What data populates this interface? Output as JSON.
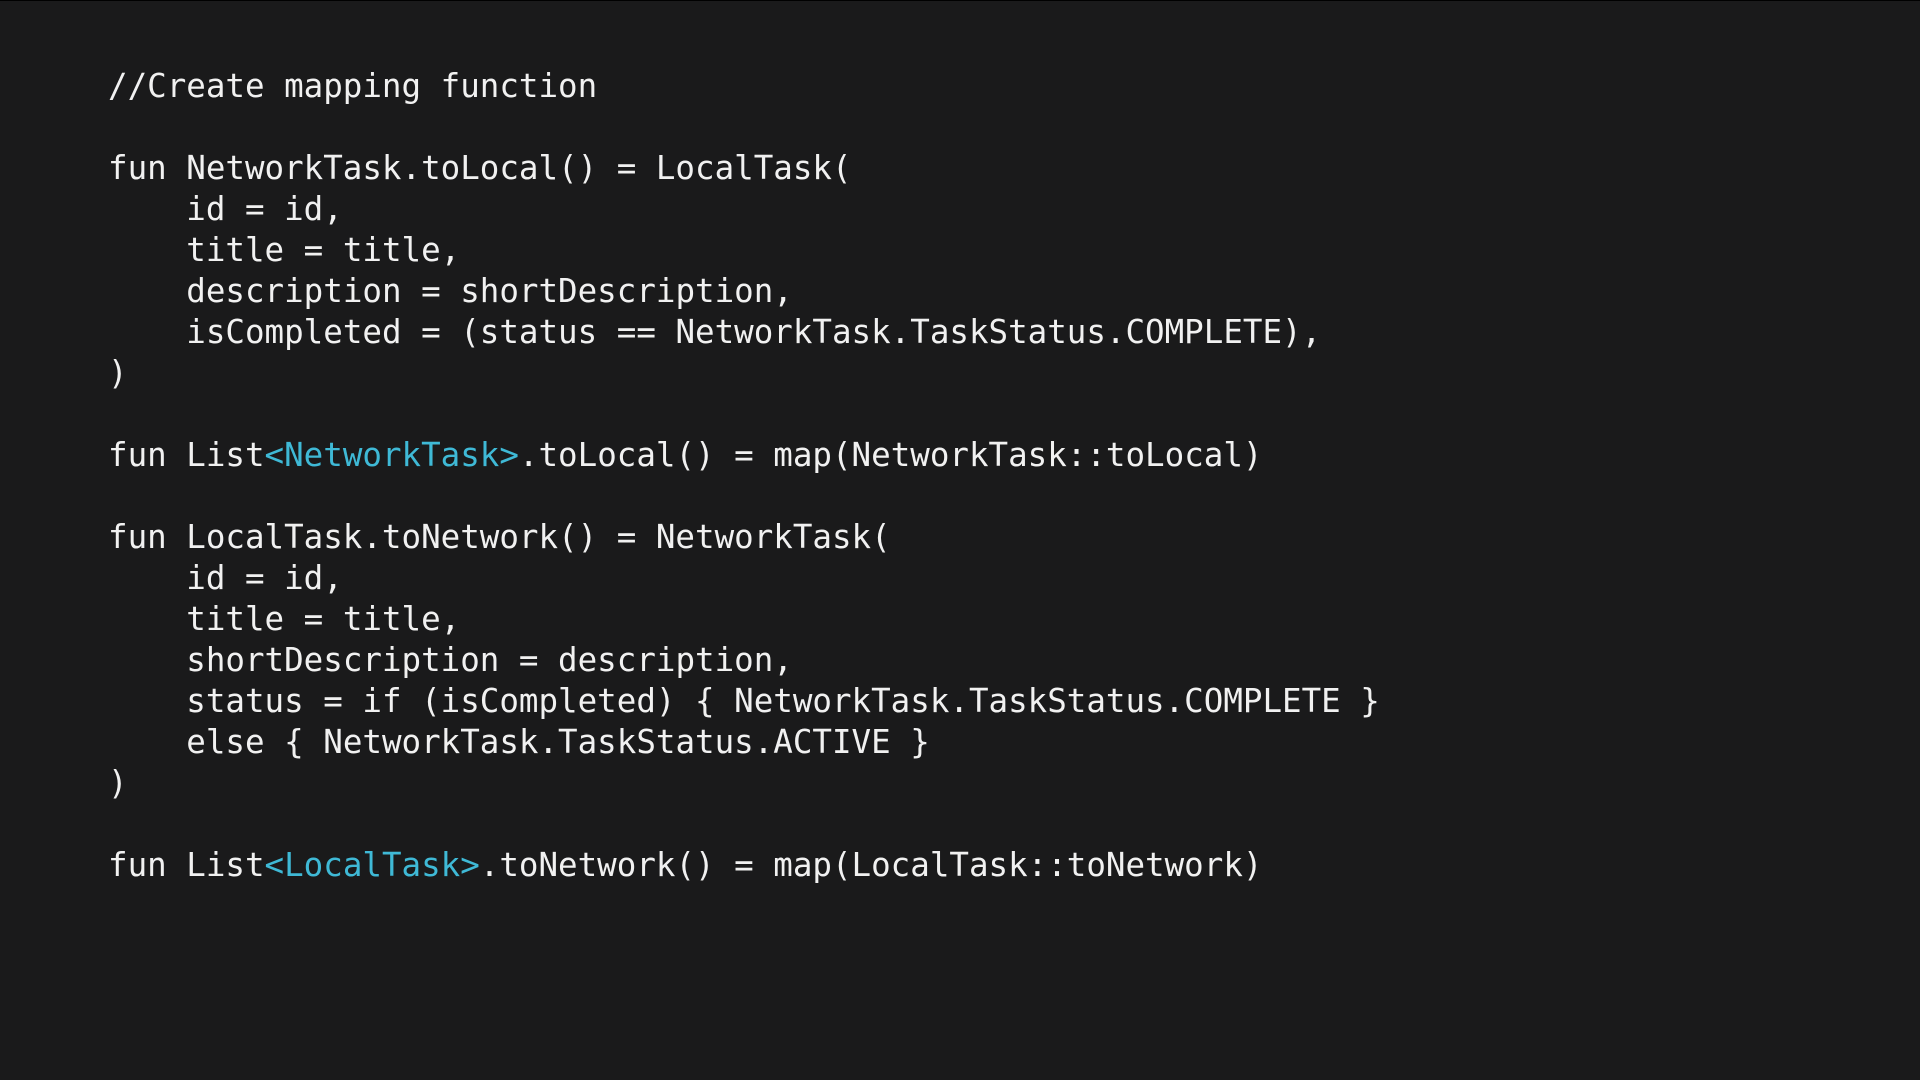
{
  "slide": {
    "background_color": "#1a1a1b",
    "text_color": "#f1f1f1",
    "type_param_color": "#3fb9d6",
    "code_lines": [
      {
        "indent": "",
        "segments": [
          {
            "text": "//Create mapping function",
            "kind": "plain"
          }
        ]
      },
      {
        "indent": "",
        "segments": []
      },
      {
        "indent": "",
        "segments": [
          {
            "text": "fun NetworkTask.toLocal() = LocalTask(",
            "kind": "plain"
          }
        ]
      },
      {
        "indent": "    ",
        "segments": [
          {
            "text": "id = id,",
            "kind": "plain"
          }
        ]
      },
      {
        "indent": "    ",
        "segments": [
          {
            "text": "title = title,",
            "kind": "plain"
          }
        ]
      },
      {
        "indent": "    ",
        "segments": [
          {
            "text": "description = shortDescription,",
            "kind": "plain"
          }
        ]
      },
      {
        "indent": "    ",
        "segments": [
          {
            "text": "isCompleted = (status == NetworkTask.TaskStatus.COMPLETE),",
            "kind": "plain"
          }
        ]
      },
      {
        "indent": "",
        "segments": [
          {
            "text": ")",
            "kind": "plain"
          }
        ]
      },
      {
        "indent": "",
        "segments": []
      },
      {
        "indent": "",
        "segments": [
          {
            "text": "fun List",
            "kind": "plain"
          },
          {
            "text": "<NetworkTask>",
            "kind": "type"
          },
          {
            "text": ".toLocal() = map(NetworkTask::toLocal)",
            "kind": "plain"
          }
        ]
      },
      {
        "indent": "",
        "segments": []
      },
      {
        "indent": "",
        "segments": [
          {
            "text": "fun LocalTask.toNetwork() = NetworkTask(",
            "kind": "plain"
          }
        ]
      },
      {
        "indent": "    ",
        "segments": [
          {
            "text": "id = id,",
            "kind": "plain"
          }
        ]
      },
      {
        "indent": "    ",
        "segments": [
          {
            "text": "title = title,",
            "kind": "plain"
          }
        ]
      },
      {
        "indent": "    ",
        "segments": [
          {
            "text": "shortDescription = description,",
            "kind": "plain"
          }
        ]
      },
      {
        "indent": "    ",
        "segments": [
          {
            "text": "status = if (isCompleted) { NetworkTask.TaskStatus.COMPLETE }",
            "kind": "plain"
          }
        ]
      },
      {
        "indent": "    ",
        "segments": [
          {
            "text": "else { NetworkTask.TaskStatus.ACTIVE }",
            "kind": "plain"
          }
        ]
      },
      {
        "indent": "",
        "segments": [
          {
            "text": ")",
            "kind": "plain"
          }
        ]
      },
      {
        "indent": "",
        "segments": []
      },
      {
        "indent": "",
        "segments": [
          {
            "text": "fun List",
            "kind": "plain"
          },
          {
            "text": "<LocalTask>",
            "kind": "type"
          },
          {
            "text": ".toNetwork() = map(LocalTask::toNetwork)",
            "kind": "plain"
          }
        ]
      }
    ]
  }
}
